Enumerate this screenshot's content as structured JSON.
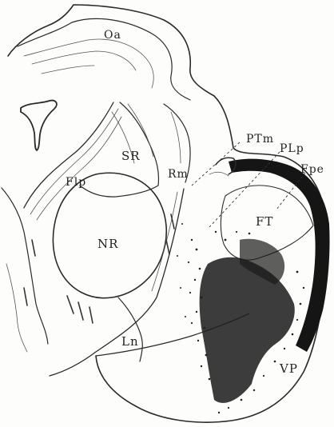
{
  "labels": {
    "oa": "Oa",
    "ptm": "PTm",
    "plp": "PLp",
    "fpe": "Fpe",
    "sr": "SR",
    "flp": "Flp",
    "rm": "Rm",
    "nr": "NR",
    "ft": "FT",
    "ln": "Ln",
    "vp": "VP"
  },
  "colors": {
    "ink": "#1e1e1e",
    "paper": "#fdfdfb"
  }
}
